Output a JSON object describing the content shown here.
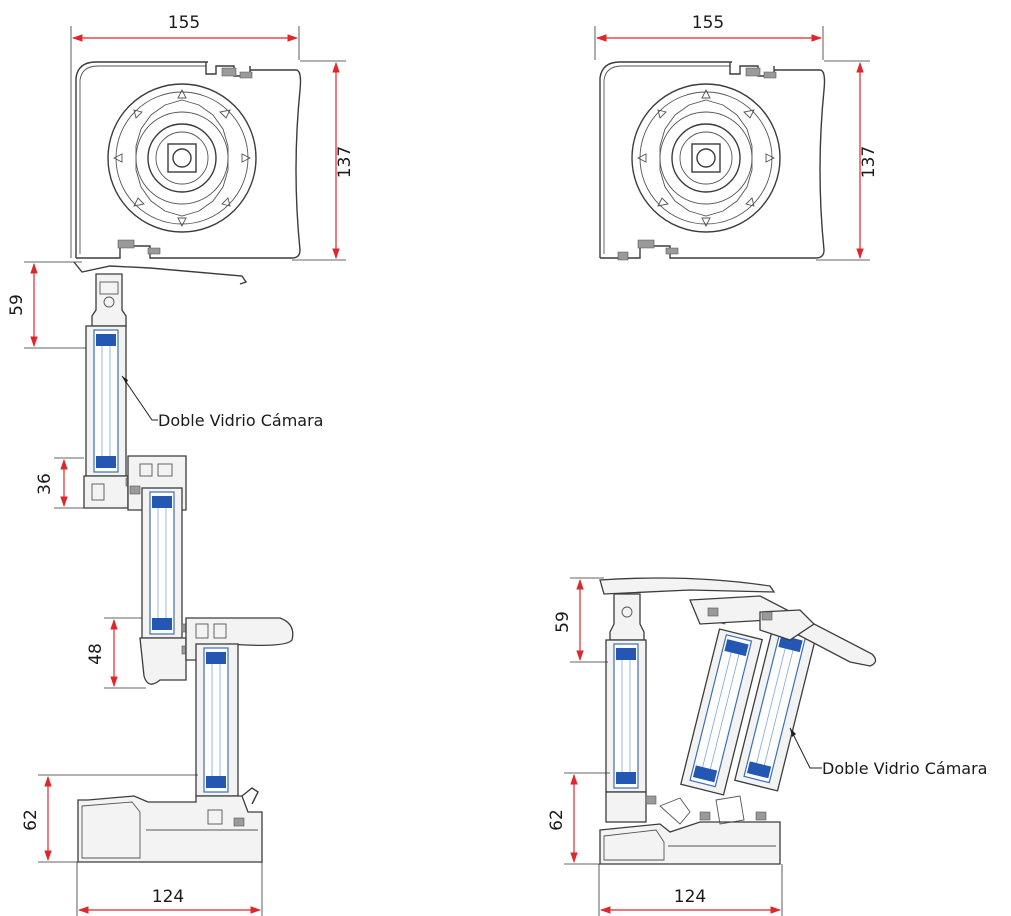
{
  "drawing": {
    "left_system": {
      "box_width_label": "155",
      "box_height_label": "137",
      "top_frame_label": "59",
      "meeting_rail_label": "36",
      "sash_rail_label": "48",
      "sill_height_label": "62",
      "sill_width_label": "124",
      "glass_callout": "Doble Vidrio Cámara"
    },
    "right_system": {
      "box_width_label": "155",
      "box_height_label": "137",
      "top_frame_label": "59",
      "sill_height_label": "62",
      "sill_width_label": "124",
      "glass_callout": "Doble Vidrio Cámara"
    },
    "colors": {
      "dimension": "#e0262a",
      "glass_edge": "#3d6fb7",
      "spacer": "#2457b3",
      "profile_line": "#3c3c3c"
    }
  }
}
